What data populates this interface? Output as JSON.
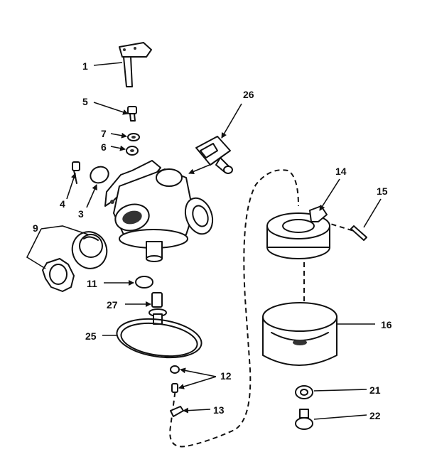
{
  "diagram": {
    "part_numbers": {
      "p1": "1",
      "p3": "3",
      "p4": "4",
      "p5": "5",
      "p6": "6",
      "p7": "7",
      "p9": "9",
      "p11": "11",
      "p12": "12",
      "p13": "13",
      "p14": "14",
      "p15": "15",
      "p16": "16",
      "p21": "21",
      "p22": "22",
      "p25": "25",
      "p26": "26",
      "p27": "27"
    }
  }
}
